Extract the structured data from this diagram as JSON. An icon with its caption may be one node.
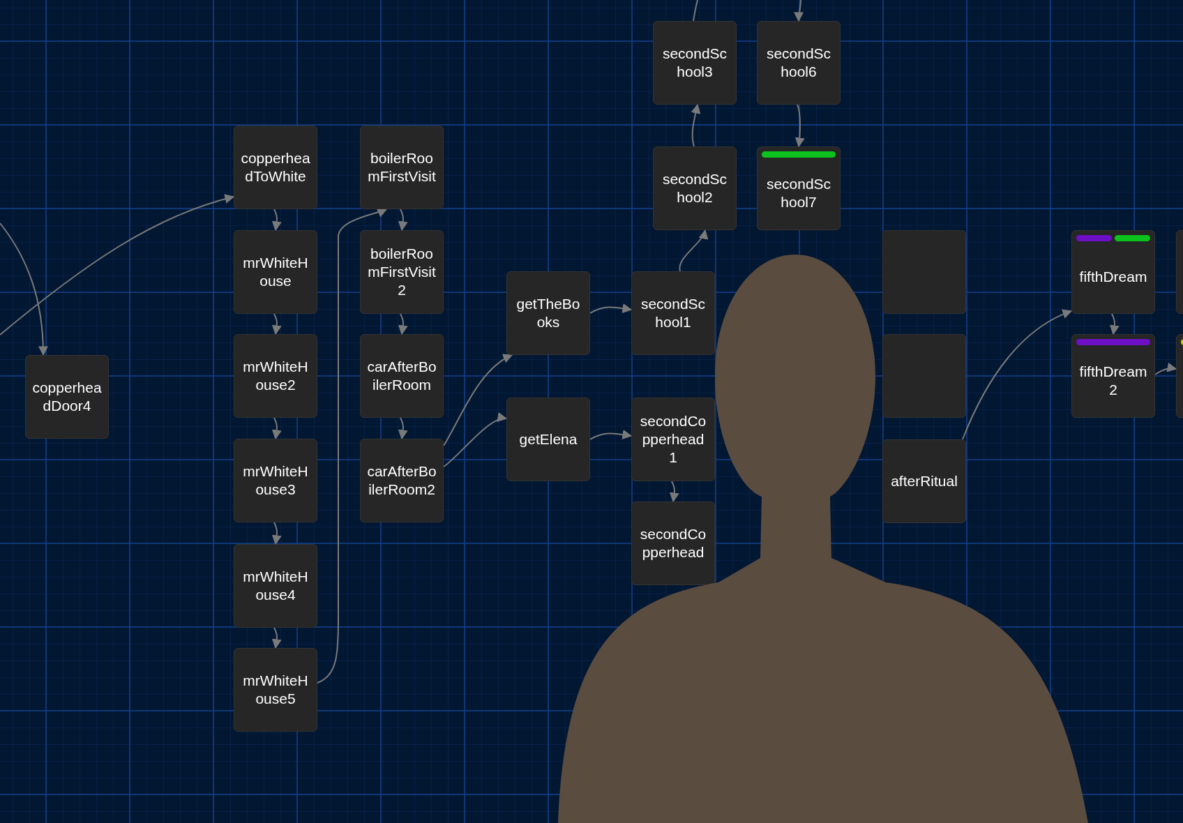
{
  "diagram": {
    "nodes": [
      {
        "text": [
          "copperheadToWhite"
        ]
      },
      {
        "text": [
          "mrWhiteHouse"
        ]
      },
      {
        "text": [
          "mrWhiteHouse2"
        ]
      },
      {
        "text": [
          "mrWhiteHouse3"
        ]
      },
      {
        "text": [
          "mrWhiteHouse4"
        ]
      },
      {
        "text": [
          "mrWhiteHouse5"
        ]
      },
      {
        "text": [
          "copperheadDoor4"
        ]
      },
      {
        "text": [
          "boilerRoomFirstVisit"
        ]
      },
      {
        "text": [
          "boilerRoomFirstVisit2"
        ]
      },
      {
        "text": [
          "carAfterBoilerRoom"
        ]
      },
      {
        "text": [
          "carAfterBoilerRoom2"
        ]
      },
      {
        "text": [
          "getTheBooks"
        ]
      },
      {
        "text": [
          "getElena"
        ]
      },
      {
        "text": [
          "secondSchool3"
        ]
      },
      {
        "text": [
          "secondSchool2"
        ]
      },
      {
        "text": [
          "secondSchool1"
        ]
      },
      {
        "text": [
          "secondCopperhead1"
        ]
      },
      {
        "text": [
          "secondCopperhead"
        ]
      },
      {
        "text": [
          "secondSchool6"
        ]
      },
      {
        "text": [
          "secondSchool7"
        ]
      },
      {
        "text": [],
        "shape": "box"
      },
      {
        "text": [],
        "shape": "box"
      },
      {
        "text": [
          "afterRitual"
        ]
      },
      {
        "text": [
          "fifthDream"
        ]
      },
      {
        "text": [
          "fifthDream2"
        ]
      },
      {
        "text": [],
        "shape": "box"
      },
      {
        "text": [],
        "shape": "box"
      }
    ],
    "edges": [
      {
        "from": null,
        "to": 0,
        "arrow": "to"
      },
      {
        "from": null,
        "to": 6,
        "arrow": "to"
      },
      {
        "from": 0,
        "to": 1,
        "arrow": "to"
      },
      {
        "from": 1,
        "to": 2,
        "arrow": "to"
      },
      {
        "from": 2,
        "to": 3,
        "arrow": "to"
      },
      {
        "from": 3,
        "to": 4,
        "arrow": "to"
      },
      {
        "from": 4,
        "to": 5,
        "arrow": "to"
      },
      {
        "from": 5,
        "to": 7,
        "arrow": "to"
      },
      {
        "from": 7,
        "to": 8,
        "arrow": "to"
      },
      {
        "from": 8,
        "to": 9,
        "arrow": "to"
      },
      {
        "from": 9,
        "to": 10,
        "arrow": "to"
      },
      {
        "from": 10,
        "to": 11,
        "arrow": "to"
      },
      {
        "from": 10,
        "to": 12,
        "arrow": "to"
      },
      {
        "from": 11,
        "to": 15,
        "arrow": "to"
      },
      {
        "from": 12,
        "to": 16,
        "arrow": "to"
      },
      {
        "from": 16,
        "to": 17,
        "arrow": "to"
      },
      {
        "from": 15,
        "to": 14,
        "arrow": "to"
      },
      {
        "from": 14,
        "to": 13,
        "arrow": "to"
      },
      {
        "from": 13,
        "to": null,
        "arrow": "none"
      },
      {
        "from": null,
        "to": 18,
        "arrow": "to"
      },
      {
        "from": 18,
        "to": 19,
        "arrow": "to"
      },
      {
        "from": 22,
        "to": 23,
        "arrow": "to"
      },
      {
        "from": 23,
        "to": 24,
        "arrow": "to"
      },
      {
        "from": 24,
        "to": 26,
        "arrow": "to"
      }
    ]
  }
}
